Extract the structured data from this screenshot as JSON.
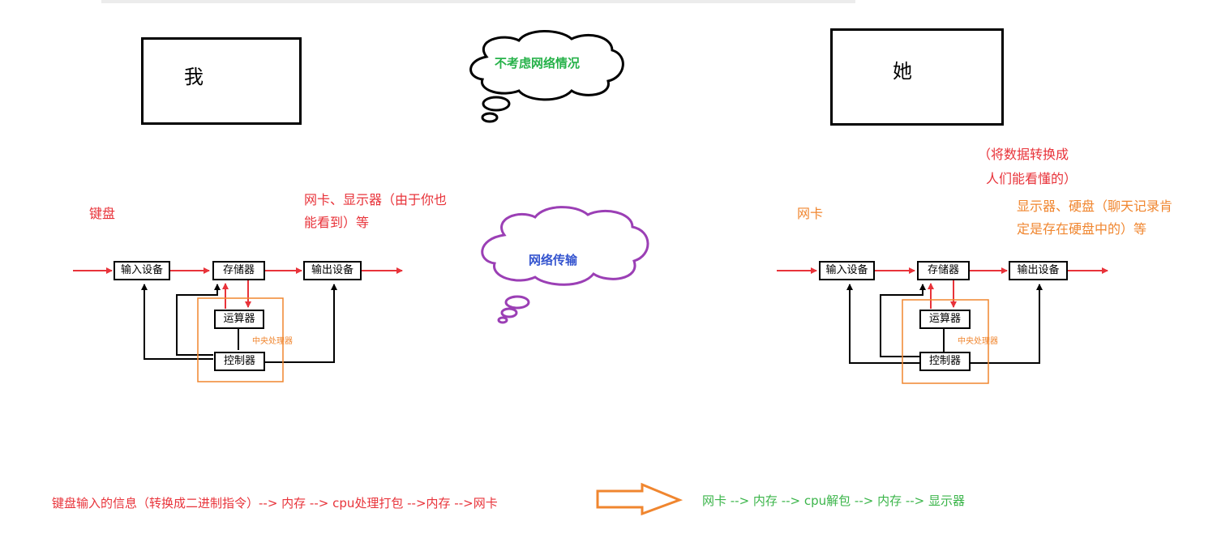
{
  "me": {
    "label": "我"
  },
  "her": {
    "label": "她"
  },
  "clouds": {
    "no_network": "不考虑网络情况",
    "network": "网络传输"
  },
  "left": {
    "input_hint": "键盘",
    "output_hint_line1": "网卡、显示器（由于你也",
    "output_hint_line2": "能看到）等",
    "nodes": {
      "input": "输入设备",
      "memory": "存储器",
      "output": "输出设备",
      "alu": "运算器",
      "control": "控制器",
      "cpu": "中央处理器"
    }
  },
  "right": {
    "input_hint": "网卡",
    "note_line1": "（将数据转换成",
    "note_line2": "人们能看懂的）",
    "output_hint_line1": "显示器、硬盘（聊天记录肯",
    "output_hint_line2": "定是存在硬盘中的）等",
    "nodes": {
      "input": "输入设备",
      "memory": "存储器",
      "output": "输出设备",
      "alu": "运算器",
      "control": "控制器",
      "cpu": "中央处理器"
    }
  },
  "bottom": {
    "send_flow": "键盘输入的信息（转换成二进制指令）--> 内存 --> cpu处理打包 -->内存 -->网卡",
    "receive_flow": "网卡 --> 内存 --> cpu解包 --> 内存 --> 显示器"
  },
  "colors": {
    "red": "#e8333a",
    "orange": "#f0862f",
    "green": "#3bb54a",
    "purple": "#9b3fb5",
    "blue": "#3454cf"
  }
}
